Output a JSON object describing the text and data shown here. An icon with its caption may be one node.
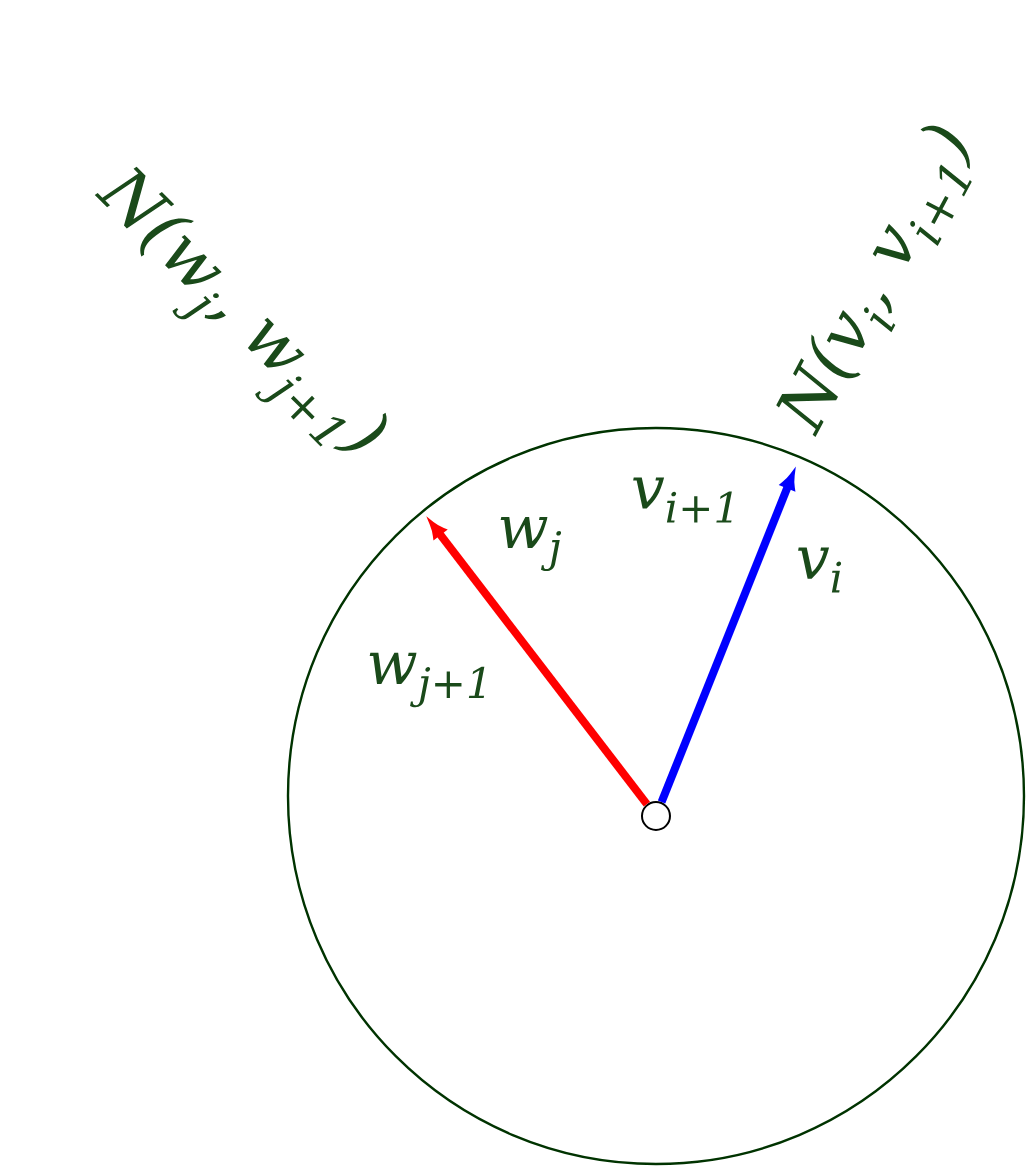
{
  "diagram": {
    "nodes": [
      {
        "text": [],
        "shape": "circle"
      },
      {
        "text": [],
        "shape": "circle",
        "in": 0
      }
    ],
    "edges": [
      {
        "from": 1,
        "to": null,
        "arrow": "to",
        "color": "#ff0000"
      },
      {
        "from": 1,
        "to": null,
        "arrow": "to",
        "color": "#0000ff"
      }
    ],
    "labels": [
      "N(w$_{j}$, w$_{j+1}$)",
      "N(v$_{i}$, v$_{i+1}$)",
      "w$_{j}$",
      "v$_{i+1}$",
      "v$_{i}$",
      "w$_{j+1}$"
    ]
  }
}
